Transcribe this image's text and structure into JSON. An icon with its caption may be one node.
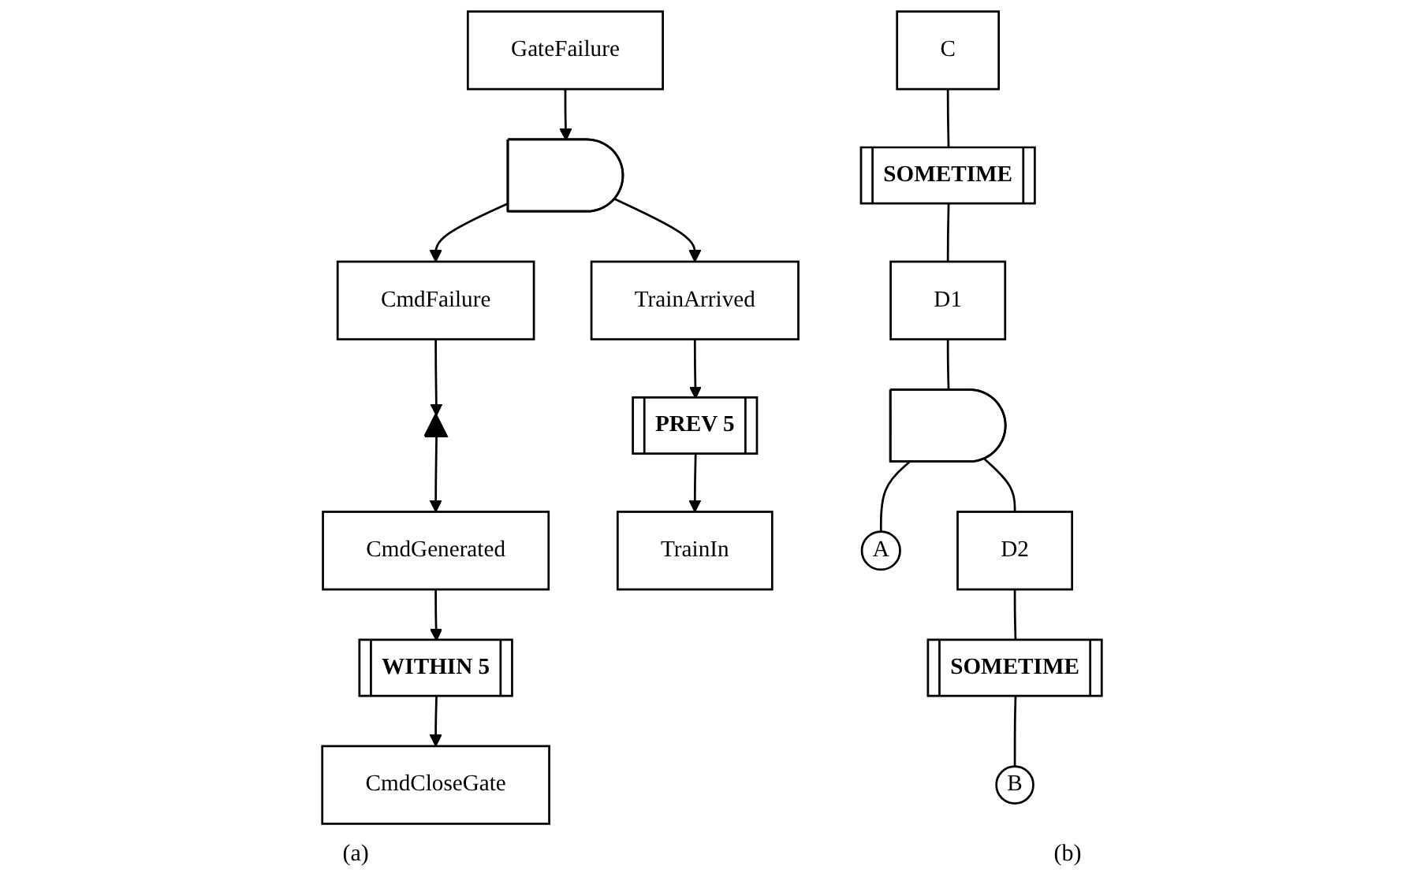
{
  "diagram": {
    "nodes": [
      {
        "text": [
          "GateFailure"
        ]
      },
      {
        "text": [],
        "shape": "gate"
      },
      {
        "text": [
          "TrainArrived"
        ]
      },
      {
        "text": [
          "CmdFailure"
        ]
      },
      {
        "text": [],
        "shape": "triangle"
      },
      {
        "text": [
          "CmdGenerated"
        ]
      },
      {
        "text": [
          "PREV 5"
        ]
      },
      {
        "text": [
          "WITHIN 5"
        ]
      },
      {
        "text": [
          "TrainIn"
        ]
      },
      {
        "text": [
          "CmdCloseGate"
        ]
      },
      {
        "text": [
          "C"
        ]
      },
      {
        "text": [
          "SOMETIME"
        ]
      },
      {
        "text": [
          "D1"
        ]
      },
      {
        "text": [],
        "shape": "gate"
      },
      {
        "text": [
          "A"
        ]
      },
      {
        "text": [
          "D2"
        ]
      },
      {
        "text": [
          "SOMETIME"
        ]
      },
      {
        "text": [
          "B"
        ]
      }
    ],
    "edges": [
      {
        "from": 0,
        "to": 1,
        "arrow": "to"
      },
      {
        "from": 1,
        "to": 2,
        "arrow": "to"
      },
      {
        "from": 1,
        "to": 3,
        "arrow": "to"
      },
      {
        "from": 3,
        "to": 4,
        "arrow": "to"
      },
      {
        "from": 4,
        "to": 5,
        "arrow": "to"
      },
      {
        "from": 2,
        "to": 6,
        "arrow": "to"
      },
      {
        "from": 5,
        "to": 7,
        "arrow": "to"
      },
      {
        "from": 6,
        "to": 8,
        "arrow": "to"
      },
      {
        "from": 7,
        "to": 9,
        "arrow": "to"
      },
      {
        "from": 10,
        "to": 11,
        "arrow": "none"
      },
      {
        "from": 11,
        "to": 12,
        "arrow": "none"
      },
      {
        "from": 12,
        "to": 13,
        "arrow": "none"
      },
      {
        "from": 13,
        "to": 14,
        "arrow": "none"
      },
      {
        "from": 13,
        "to": 15,
        "arrow": "none"
      },
      {
        "from": 15,
        "to": 16,
        "arrow": "none"
      },
      {
        "from": 16,
        "to": 17,
        "arrow": "none"
      }
    ],
    "labels": [
      "(a)",
      "(b)"
    ]
  }
}
